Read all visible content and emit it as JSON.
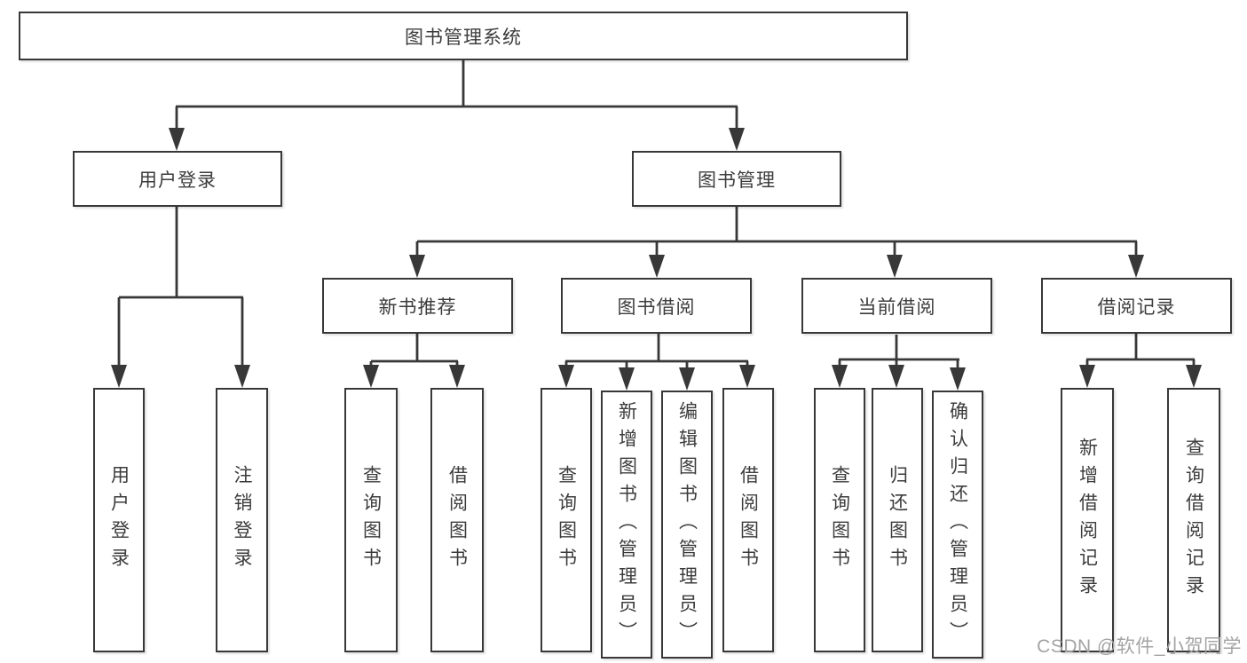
{
  "tree": {
    "label": "图书管理系统",
    "children": [
      {
        "label": "用户登录",
        "children": [
          {
            "label": "用户登录"
          },
          {
            "label": "注销登录"
          }
        ]
      },
      {
        "label": "图书管理",
        "children": [
          {
            "label": "新书推荐",
            "children": [
              {
                "label": "查询图书"
              },
              {
                "label": "借阅图书"
              }
            ]
          },
          {
            "label": "图书借阅",
            "children": [
              {
                "label": "查询图书"
              },
              {
                "label": "新增图书（管理员）"
              },
              {
                "label": "编辑图书（管理员）"
              },
              {
                "label": "借阅图书"
              }
            ]
          },
          {
            "label": "当前借阅",
            "children": [
              {
                "label": "查询图书"
              },
              {
                "label": "归还图书"
              },
              {
                "label": "确认归还（管理员）"
              }
            ]
          },
          {
            "label": "借阅记录",
            "children": [
              {
                "label": "新增借阅记录"
              },
              {
                "label": "查询借阅记录"
              }
            ]
          }
        ]
      }
    ]
  },
  "watermark": {
    "text": "CSDN @软件_小贺同学"
  },
  "colors": {
    "line": "#383838",
    "text": "#3c3c3c",
    "watermark": "#a3a3a3",
    "background": "#ffffff"
  }
}
